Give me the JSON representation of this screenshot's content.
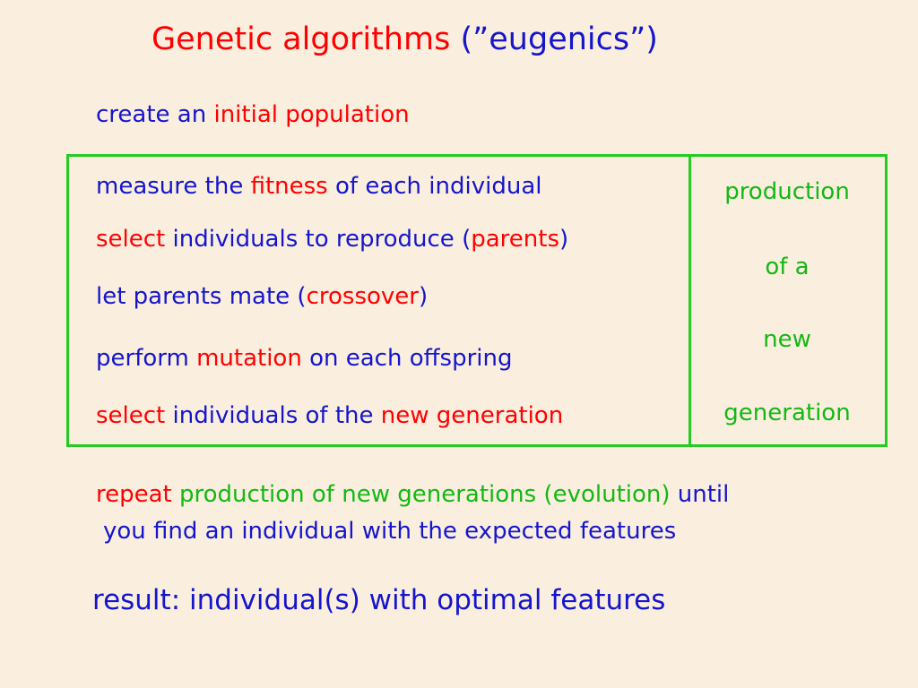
{
  "title": {
    "main": "Genetic algorithms",
    "paren": "(”eugenics”)"
  },
  "init": {
    "prefix": "create an",
    "highlight": "initial population"
  },
  "steps": {
    "fitness": {
      "a": "measure the",
      "b": "fitness",
      "c": "of each individual"
    },
    "select_parents": {
      "a": "select",
      "b": "individuals to reproduce (",
      "c": "parents",
      "d": ")"
    },
    "crossover": {
      "a": "let parents mate (",
      "b": "crossover",
      "c": ")"
    },
    "mutation": {
      "a": "perform",
      "b": "mutation",
      "c": "on each offspring"
    },
    "select_new": {
      "a": "select",
      "b": "individuals of the",
      "c": "new generation"
    }
  },
  "side": {
    "line1": "production",
    "line2": "of a",
    "line3": "new",
    "line4": "generation"
  },
  "repeat": {
    "word": "repeat",
    "middle": "production of new generations (evolution)",
    "until": "until",
    "line2": "you find an individual with the expected features"
  },
  "result": "result: individual(s) with optimal features",
  "colors": {
    "background": "#faefdf",
    "red": "#ff0000",
    "blue": "#1515cc",
    "green": "#13b813",
    "box_border": "#22cc22"
  }
}
